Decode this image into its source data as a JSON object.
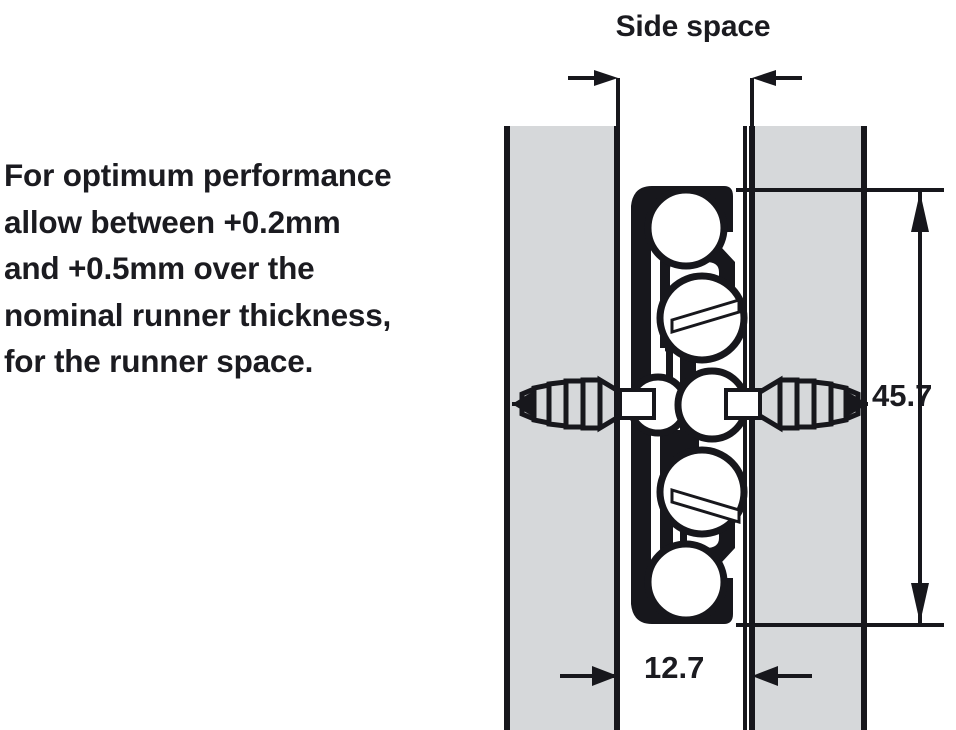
{
  "note": {
    "lines": [
      "For optimum performance",
      "allow between +0.2mm",
      "and +0.5mm over the",
      "nominal runner thickness,",
      "for the runner space."
    ]
  },
  "diagram": {
    "title": "Side space",
    "dimensions": {
      "height_label": "45.7",
      "width_label": "12.7"
    },
    "colors": {
      "panel_fill": "#d6d8da",
      "panel_edge": "#17171c",
      "runner_body": "#17171c",
      "ink": "#1b1b20",
      "background": "#ffffff"
    },
    "parts": {
      "left_panel": "cabinet-side-panel",
      "right_panel": "drawer-side-panel",
      "runner": "ball-bearing-drawer-runner-cross-section",
      "left_screw": "mounting-screw-left",
      "right_screw": "mounting-screw-right",
      "ball_bearings": 6
    }
  }
}
